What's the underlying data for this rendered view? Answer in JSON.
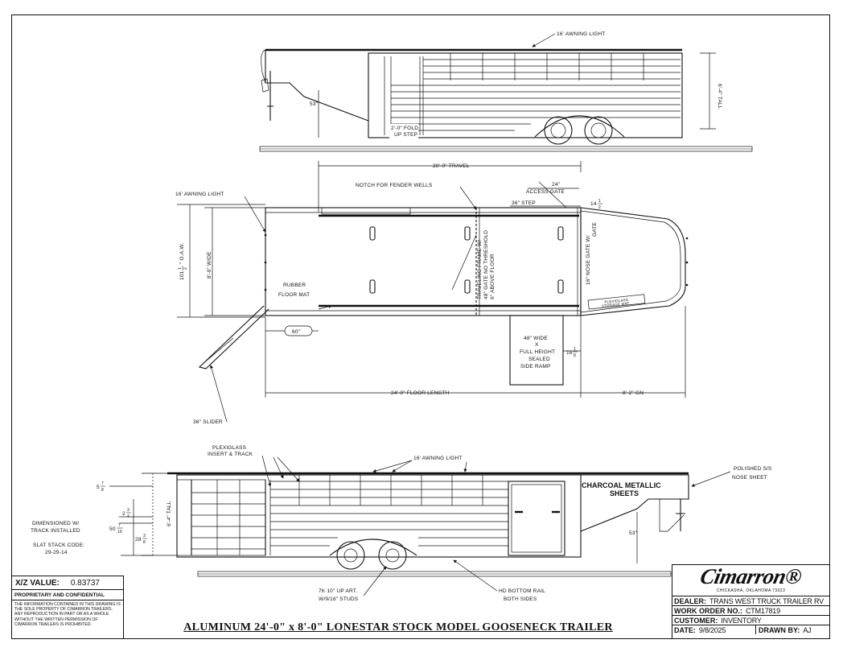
{
  "top_view": {
    "awning_light": "16' AWNING LIGHT",
    "height": "6'-4\" TALL",
    "fold_step": "2'-0\" FOLD\nUP STEP",
    "coupler_height": "53\""
  },
  "plan_view": {
    "travel": "20'-0\" TRAVEL",
    "notch": "NOTCH FOR FENDER WELLS",
    "awning_light": "16' AWNING LIGHT",
    "access_gate_width": "24\"",
    "access_gate": "ACCESS GATE",
    "step": "36\" STEP",
    "step_dim_whole": "14",
    "step_dim_frac_num": "1",
    "step_dim_frac_den": "2",
    "oaw_whole": "101",
    "oaw_num": "1",
    "oaw_den": "2",
    "oaw_label": "\" O.A.W.",
    "wide": "8'-0\" WIDE",
    "rubber_mat": "RUBBER",
    "floor_mat": "FLOOR MAT",
    "traveling_frame_1": "TRAVELING FRAME W/",
    "traveling_frame_2": "48\" GATE NO THRESHOLD",
    "traveling_frame_3": "6\" ABOVE FLOOR",
    "nose_gate": "16\" NOSE GATE W/",
    "nose_gate_2": "GATE",
    "plexiglass": "PLEXIGLASS",
    "storage_mat": "STORAGE MAT",
    "door_60": "60\"",
    "ramp_1": "48\" WIDE",
    "ramp_2": "X",
    "ramp_3": "FULL HEIGHT",
    "ramp_4": "SEALED",
    "ramp_5": "SIDE RAMP",
    "ramp_dim_whole": "16",
    "ramp_dim_num": "1",
    "ramp_dim_den": "8",
    "floor_length": "24'-0\" FLOOR LENGTH",
    "gn": "8'-2\" GN",
    "slider": "36\" SLIDER"
  },
  "side_view": {
    "plexiglass_1": "PLEXIGLASS",
    "plexiglass_2": "INSERT & TRACK",
    "awning_light": "16' AWNING LIGHT",
    "charcoal_1": "CHARCOAL METALLIC",
    "charcoal_2": "SHEETS",
    "polished_1": "POLISHED S/S",
    "polished_2": "NOSE SHEET",
    "height": "6'-4\" TALL",
    "dim_a_whole": "5",
    "dim_a_num": "7",
    "dim_a_den": "8",
    "dim_b_whole": "50",
    "dim_b_num": "7",
    "dim_b_den": "16",
    "dim_c_whole": "2",
    "dim_c_num": "3",
    "dim_c_den": "4",
    "dim_d_whole": "28",
    "dim_d_num": "3",
    "dim_d_den": "8",
    "coupler_height": "53\"",
    "dimensioned_1": "DIMENSIONED W/",
    "dimensioned_2": "TRACK INSTALLED",
    "slat_1": "SLAT STACK CODE:",
    "slat_2": "29-29-14",
    "axles_1": "7K 10\" UP ART.",
    "axles_2": "W/9/16\" STUDS",
    "bottom_rail_1": "HD BOTTOM RAIL",
    "bottom_rail_2": "BOTH SIDES"
  },
  "xz_panel": {
    "label": "X/Z VALUE:",
    "value": "0.83737",
    "prop_title": "PROPRIETARY AND CONFIDENTIAL",
    "prop_text": "THE INFORMATION CONTAINED IN THIS DRAWING IS THE SOLE PROPERTY OF CIMARRON TRAILERS. ANY REPRODUCTION IN PART OR AS A WHOLE WITHOUT THE WRITTEN PERMISSION OF CIMARRON TRAILERS IS PROHIBITED."
  },
  "title": "ALUMINUM 24'-0\" x 8'-0\" LONESTAR STOCK MODEL GOOSENECK TRAILER",
  "title_block": {
    "logo": "Cimarron",
    "logo_tm": "®",
    "location": "CHICKASHA, OKLAHOMA 73023",
    "dealer_label": "DEALER:",
    "dealer": "TRANS WEST TRUCK TRAILER RV",
    "work_order_label": "WORK ORDER NO.:",
    "work_order": "CTM17819",
    "customer_label": "CUSTOMER:",
    "customer": "INVENTORY",
    "date_label": "DATE:",
    "date": "9/8/2025",
    "drawn_label": "DRAWN BY:",
    "drawn": "AJ"
  }
}
